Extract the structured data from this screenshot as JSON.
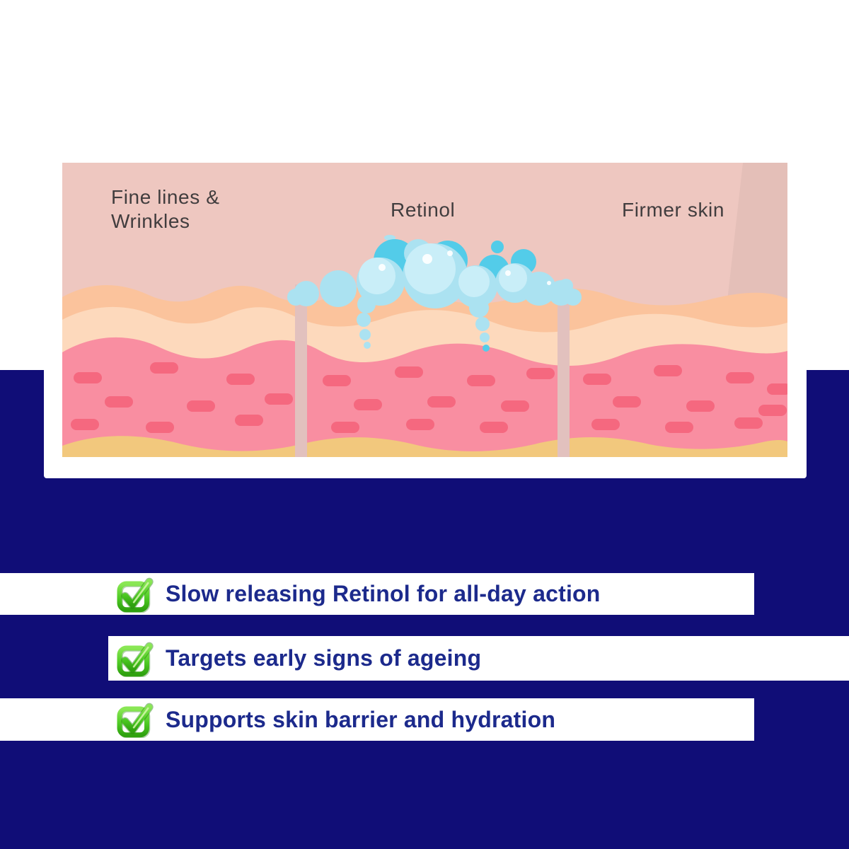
{
  "colors": {
    "navy-bg": "#100d77",
    "text-navy": "#1c2a8c",
    "card-bg": "#eec7c0",
    "label-gray": "#413d3e",
    "skin-peach": "#fbc39c",
    "skin-light-peach": "#fdd9bc",
    "skin-pink": "#f98ea1",
    "skin-capsule": "#f5687f",
    "skin-sand": "#f2c87d",
    "divider-pink": "#e2c1be",
    "bubble-light": "#abe2f1",
    "bubble-teal": "#53cce9",
    "check-green-light": "#8ae755",
    "check-green-dark": "#2fa10f"
  },
  "diagram": {
    "label_left_line1": "Fine lines &",
    "label_left_line2": "Wrinkles",
    "label_center": "Retinol",
    "label_right": "Firmer skin"
  },
  "benefits": [
    {
      "icon": "green-checkbox-icon",
      "text": "Slow releasing Retinol for all-day action"
    },
    {
      "icon": "green-checkbox-icon",
      "text": "Targets early signs of ageing"
    },
    {
      "icon": "green-checkbox-icon",
      "text": "Supports skin barrier and hydration"
    }
  ]
}
